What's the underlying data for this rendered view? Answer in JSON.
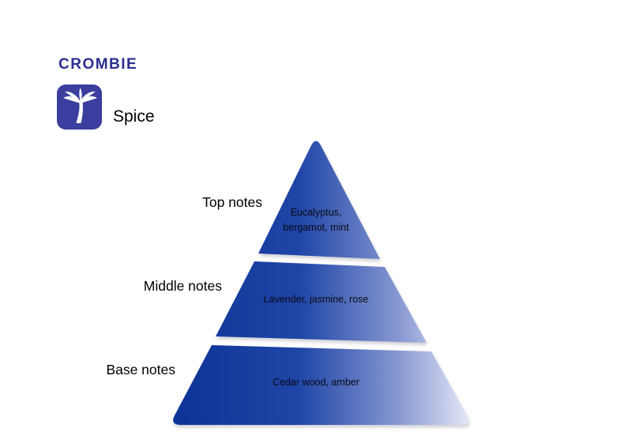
{
  "brand": {
    "name": "CROMBIE",
    "product": "Spice",
    "color": "#2b2e90",
    "icon": "palm-tree-icon",
    "icon_bg": "#3b3e9e"
  },
  "pyramid": {
    "tiers": [
      {
        "label": "Top notes",
        "notes": "Eucalyptus, bergamot, mint"
      },
      {
        "label": "Middle notes",
        "notes": "Lavender, jasmine, rose"
      },
      {
        "label": "Base notes",
        "notes": "Cedar wood, amber"
      }
    ],
    "gradient": {
      "stops": [
        "#0c3295",
        "#1f45a7",
        "#8a9ad3",
        "#f0f1fb"
      ]
    }
  }
}
